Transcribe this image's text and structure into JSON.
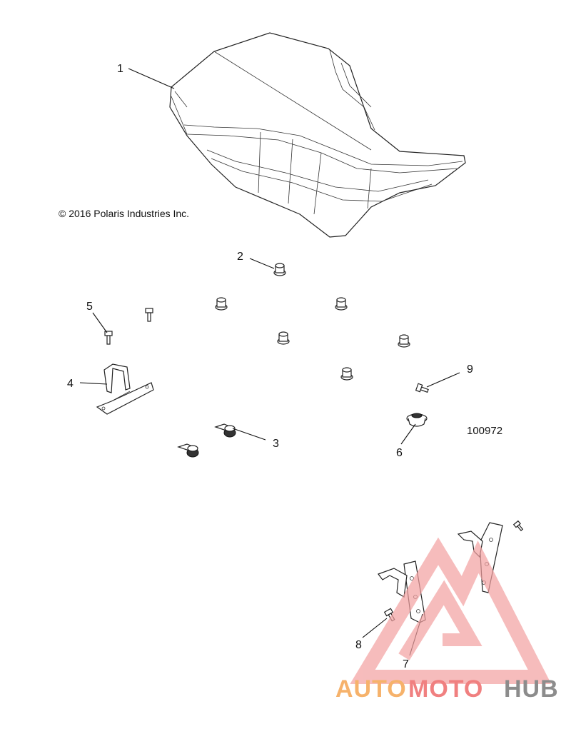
{
  "diagram": {
    "copyright": "© 2016 Polaris Industries Inc.",
    "figure_number": "100972",
    "callouts": [
      {
        "id": "1",
        "label": "1"
      },
      {
        "id": "2",
        "label": "2"
      },
      {
        "id": "3",
        "label": "3"
      },
      {
        "id": "4",
        "label": "4"
      },
      {
        "id": "5",
        "label": "5"
      },
      {
        "id": "6",
        "label": "6"
      },
      {
        "id": "7",
        "label": "7"
      },
      {
        "id": "8",
        "label": "8"
      },
      {
        "id": "9",
        "label": "9"
      }
    ]
  },
  "watermark": {
    "word_a": "AUTO",
    "word_b": "MOTO",
    "word_c": "HUB",
    "colors": {
      "a": "#f6b26b",
      "b": "#f08080",
      "c": "#8c8c8c",
      "logo": "#f3a0a0"
    }
  }
}
